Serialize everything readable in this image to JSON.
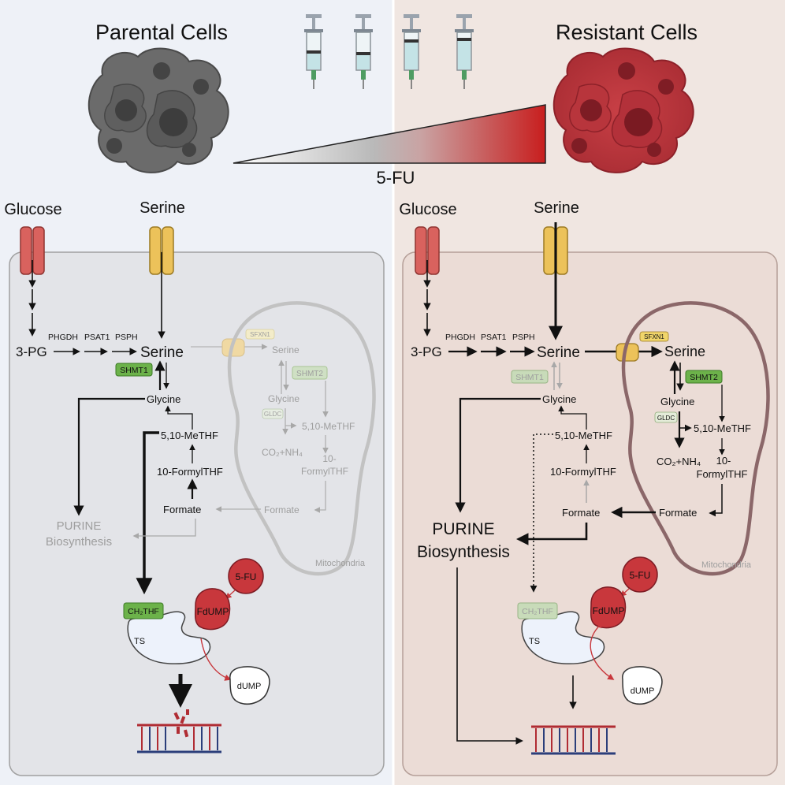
{
  "header": {
    "left_title": "Parental Cells",
    "right_title": "Resistant Cells",
    "drug_label": "5-FU"
  },
  "left_panel": {
    "glucose": "Glucose",
    "serine_top": "Serine",
    "three_pg": "3-PG",
    "enz_phgdh": "PHGDH",
    "enz_psat1": "PSAT1",
    "enz_psph": "PSPH",
    "serine_main": "Serine",
    "shmt1": "SHMT1",
    "glycine": "Glycine",
    "methf": "5,10-MeTHF",
    "formylthf": "10-FormylTHF",
    "formate": "Formate",
    "purine_line1": "PURINE",
    "purine_line2": "Biosynthesis",
    "sfxn1": "SFXN1",
    "mito_serine": "Serine",
    "shmt2": "SHMT2",
    "mito_glycine": "Glycine",
    "gldc": "GLDC",
    "mito_methf": "5,10-MeTHF",
    "co2_nh4": "CO₂+NH₄",
    "mito_formyl_1": "10-",
    "mito_formyl_2": "FormylTHF",
    "mito_formate": "Formate",
    "mitochondria": "Mitochondria",
    "fu": "5-FU",
    "fdump": "FdUMP",
    "ch2thf": "CH₂THF",
    "ts": "TS",
    "dump": "dUMP"
  },
  "right_panel": {
    "glucose": "Glucose",
    "serine_top": "Serine",
    "three_pg": "3-PG",
    "enz_phgdh": "PHGDH",
    "enz_psat1": "PSAT1",
    "enz_psph": "PSPH",
    "serine_main": "Serine",
    "shmt1": "SHMT1",
    "glycine": "Glycine",
    "methf": "5,10-MeTHF",
    "formylthf": "10-FormylTHF",
    "formate": "Formate",
    "purine_line1": "PURINE",
    "purine_line2": "Biosynthesis",
    "sfxn1": "SFXN1",
    "mito_serine": "Serine",
    "shmt2": "SHMT2",
    "mito_glycine": "Glycine",
    "gldc": "GLDC",
    "mito_methf": "5,10-MeTHF",
    "co2_nh4": "CO₂+NH₄",
    "mito_formyl_1": "10-",
    "mito_formyl_2": "FormylTHF",
    "mito_formate": "Formate",
    "mitochondria": "Mitochondria",
    "fu": "5-FU",
    "fdump": "FdUMP",
    "ch2thf": "CH₂THF",
    "ts": "TS",
    "dump": "dUMP"
  },
  "colors": {
    "left_bg": "#eef1f7",
    "right_bg": "#f0e6e1",
    "left_cell": "#e3e4e8",
    "right_cell": "#ebdcd6",
    "transporter_red": "#d9625e",
    "transporter_yellow": "#ecc25a",
    "shmt_green": "#6cb24a",
    "fu_red": "#c8373c",
    "mito_left": "#c2c2c2",
    "mito_right": "#8b6769"
  }
}
